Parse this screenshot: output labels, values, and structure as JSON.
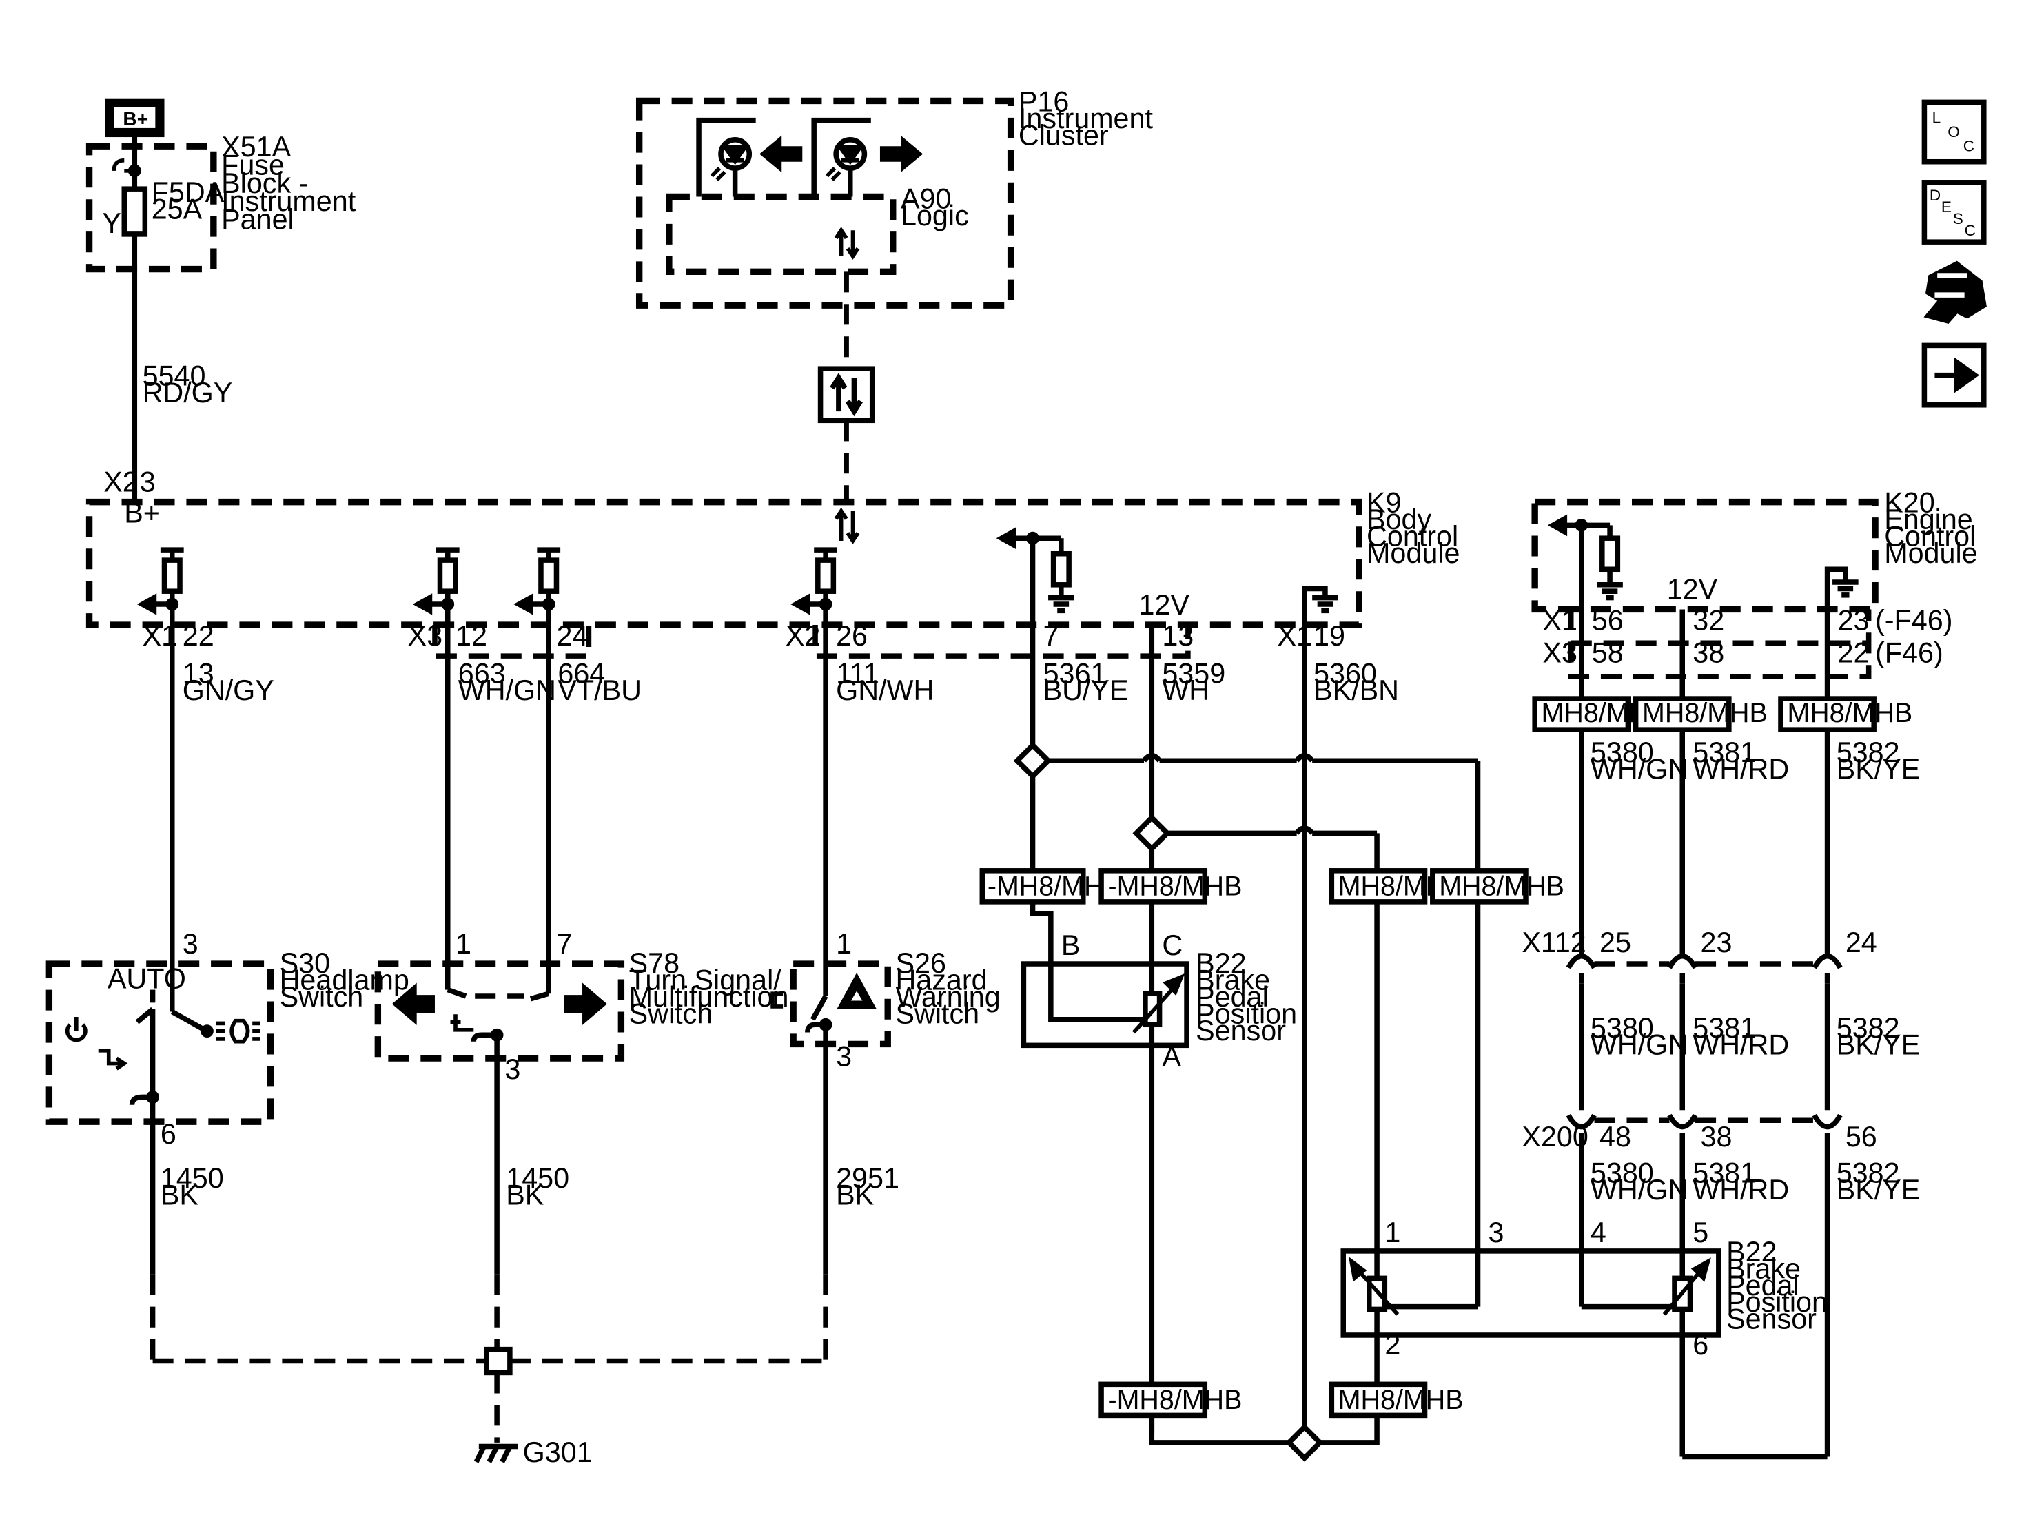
{
  "nav_icons": {
    "loc": "locator-icon",
    "desc": "description-icon",
    "tools": "tools-icon",
    "next": "next-arrow-icon"
  },
  "nav_text": {
    "loc": [
      "L",
      "O",
      "C"
    ],
    "desc": [
      "D",
      "E",
      "S",
      "C"
    ]
  },
  "supply": {
    "label": "B+"
  },
  "fuse_block": {
    "id": "X51A",
    "name": [
      "Fuse",
      "Block -",
      "Instrument",
      "Panel"
    ],
    "fuse_id": "F5DA",
    "fuse_rating": "25A",
    "y_label": "Y"
  },
  "instrument_cluster": {
    "id": "P16",
    "name": [
      "Instrument",
      "Cluster"
    ],
    "logic_id": "A90",
    "logic_name": "Logic"
  },
  "bcm": {
    "id": "K9",
    "name": [
      "Body",
      "Control",
      "Module"
    ],
    "b_plus": "B+"
  },
  "ecm": {
    "id": "K20",
    "name": [
      "Engine",
      "Control",
      "Module"
    ],
    "x1_opt": "(-F46)",
    "x3_opt": "(F46)"
  },
  "connectors": {
    "x1": "X1",
    "x2": "X2",
    "x3": "X3",
    "x112": "X112",
    "x200": "X200",
    "v12": "12V"
  },
  "pins": {
    "x2_3": "3",
    "x1_22": "22",
    "x3_12": "12",
    "x3_24": "24",
    "x2_26": "26",
    "p7": "7",
    "p13": "13",
    "x1_19": "19",
    "e56": "56",
    "e32": "32",
    "e23": "23",
    "e58": "58",
    "e38": "38",
    "e22": "22",
    "x112_25": "25",
    "x112_23": "23",
    "x112_24": "24",
    "x200_48": "48",
    "x200_38": "38",
    "x200_56": "56"
  },
  "wires": [
    {
      "circuit": "5540",
      "color": "RD/GY"
    },
    {
      "circuit": "13",
      "color": "GN/GY"
    },
    {
      "circuit": "663",
      "color": "WH/GN"
    },
    {
      "circuit": "664",
      "color": "VT/BU"
    },
    {
      "circuit": "111",
      "color": "GN/WH"
    },
    {
      "circuit": "5361",
      "color": "BU/YE"
    },
    {
      "circuit": "5359",
      "color": "WH"
    },
    {
      "circuit": "5360",
      "color": "BK/BN"
    },
    {
      "circuit": "5380",
      "color": "WH/GN"
    },
    {
      "circuit": "5381",
      "color": "WH/RD"
    },
    {
      "circuit": "5382",
      "color": "BK/YE"
    },
    {
      "circuit": "1450",
      "color": "BK"
    },
    {
      "circuit": "2951",
      "color": "BK"
    }
  ],
  "options": {
    "mh8": "MH8/MHB",
    "not_mh8": "-MH8/MHB"
  },
  "switches": {
    "headlamp": {
      "id": "S30",
      "name": [
        "Headlamp",
        "Switch"
      ],
      "auto": "AUTO",
      "pin_in": "3",
      "pin_out": "6"
    },
    "turn": {
      "id": "S78",
      "name": [
        "Turn Signal/",
        "Multifunction",
        "Switch"
      ],
      "pin_left": "1",
      "pin_right": "7",
      "pin_out": "3"
    },
    "hazard": {
      "id": "S26",
      "name": [
        "Hazard",
        "Warning",
        "Switch"
      ],
      "pin_in": "1",
      "pin_out": "3"
    }
  },
  "sensor_upper": {
    "id": "B22",
    "name": [
      "Brake",
      "Pedal",
      "Position",
      "Sensor"
    ],
    "pin_b": "B",
    "pin_c": "C",
    "pin_a": "A"
  },
  "sensor_lower": {
    "id": "B22",
    "name": [
      "Brake",
      "Pedal",
      "Position",
      "Sensor"
    ],
    "p1": "1",
    "p3": "3",
    "p4": "4",
    "p5": "5",
    "p2": "2",
    "p6": "6"
  },
  "ground": {
    "id": "G301"
  }
}
